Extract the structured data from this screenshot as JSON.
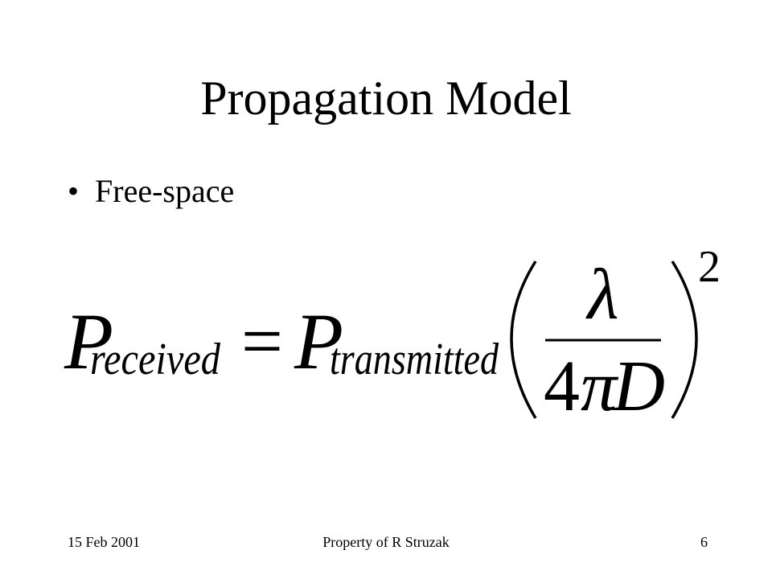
{
  "slide": {
    "title": "Propagation Model",
    "bullets": [
      "Free-space"
    ],
    "bullet_glyph": "•"
  },
  "formula": {
    "lhs_symbol": "P",
    "lhs_subscript": "received",
    "equals": "=",
    "rhs_symbol": "P",
    "rhs_subscript": "transmitted",
    "numerator": "λ",
    "denominator_coef": "4",
    "denominator_pi": "π",
    "denominator_var": "D",
    "exponent": "2"
  },
  "footer": {
    "date": "15 Feb 2001",
    "owner": "Property of  R Struzak",
    "page_number": "6"
  }
}
